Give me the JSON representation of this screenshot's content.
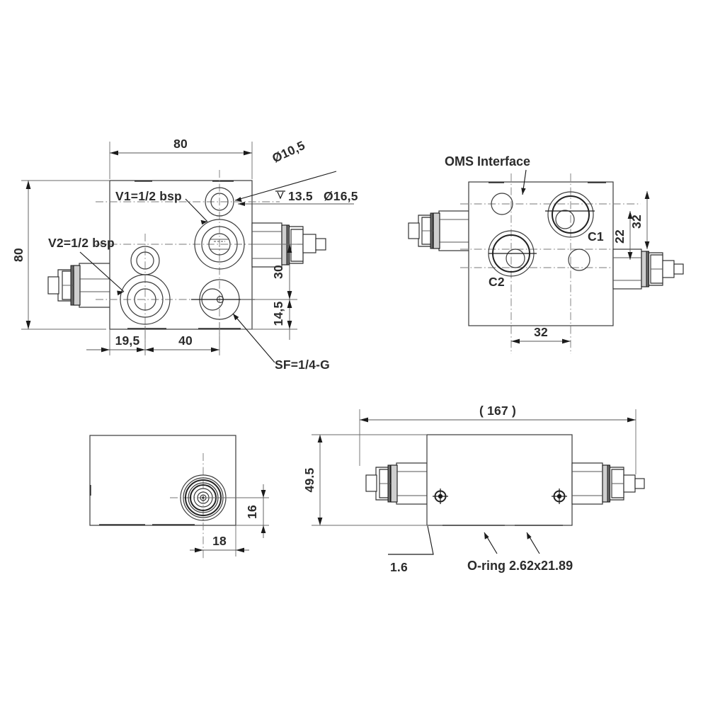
{
  "drawing": {
    "title": "Hydraulic valve block technical drawing",
    "background_color": "#ffffff",
    "line_color": "#1b1b1b",
    "text_color": "#2b2b2b"
  },
  "views": {
    "top_left": {
      "name": "front-view",
      "dimensions": {
        "width_top": "80",
        "height_left": "80",
        "offset_left": "19,5",
        "offset_center": "40",
        "vert_upper": "30",
        "vert_lower": "14,5"
      },
      "notes": {
        "v1_port": "V1=1/2 bsp",
        "v2_port": "V2=1/2 bsp",
        "sf_port": "SF=1/4-G",
        "dia_small": "Ø10,5",
        "depth": "13.5",
        "dia_large": "Ø16,5"
      }
    },
    "top_right": {
      "name": "top-view",
      "label_interface": "OMS Interface",
      "port_c1": "C1",
      "port_c2": "C2",
      "dimensions": {
        "vert_inner": "22",
        "vert_outer": "32",
        "horiz": "32"
      }
    },
    "bottom_left": {
      "name": "side-view",
      "dimensions": {
        "vert": "16",
        "horiz": "18"
      }
    },
    "bottom_right": {
      "name": "bottom-view",
      "dimensions": {
        "overall_length": "( 167 )",
        "height": "49.5"
      },
      "notes": {
        "thickness": "1.6",
        "oring": "O-ring 2.62x21.89"
      }
    }
  }
}
